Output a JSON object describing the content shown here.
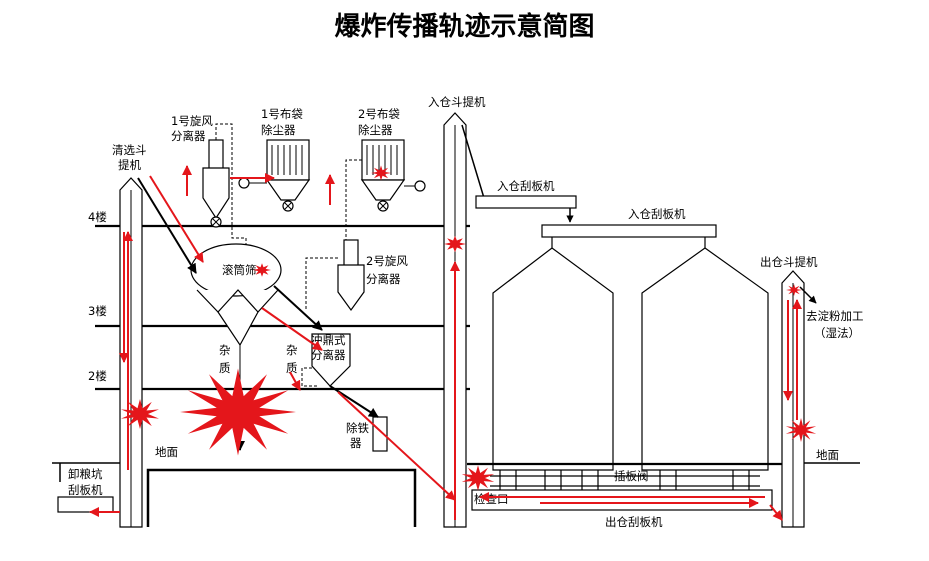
{
  "title": "爆炸传播轨迹示意简图",
  "colors": {
    "explosion": "#e4161b",
    "line": "#000000",
    "background": "#ffffff"
  },
  "floors": {
    "f4": "4楼",
    "f3": "3楼",
    "f2": "2楼"
  },
  "equipment": {
    "cyclone1": [
      "1号旋风",
      "分离器"
    ],
    "bagfilter1": [
      "1号布袋",
      "除尘器"
    ],
    "bagfilter2": [
      "2号布袋",
      "除尘器"
    ],
    "cleaning_elevator": [
      "清选斗",
      "提机"
    ],
    "drum_screen": "滚筒筛",
    "cyclone2": [
      "2号旋风",
      "分离器"
    ],
    "impurity1": [
      "杂",
      "质"
    ],
    "impurity2": [
      "杂",
      "质"
    ],
    "pulse_separator": [
      "冲鼎式",
      "分离器"
    ],
    "iron_remover": [
      "除铁",
      "器"
    ],
    "unloading_pit": [
      "卸粮坑",
      "刮板机"
    ],
    "ground_left": "地面",
    "ground_right": "地面",
    "inlet_elevator": "入仓斗提机",
    "inlet_scraper1": "入仓刮板机",
    "inlet_scraper2": "入仓刮板机",
    "outlet_elevator": "出仓斗提机",
    "starch": [
      "去淀粉加工",
      "（湿法）"
    ],
    "gate_valve": "插板阀",
    "inspection_port": "检查口",
    "outlet_scraper": "出仓刮板机"
  }
}
